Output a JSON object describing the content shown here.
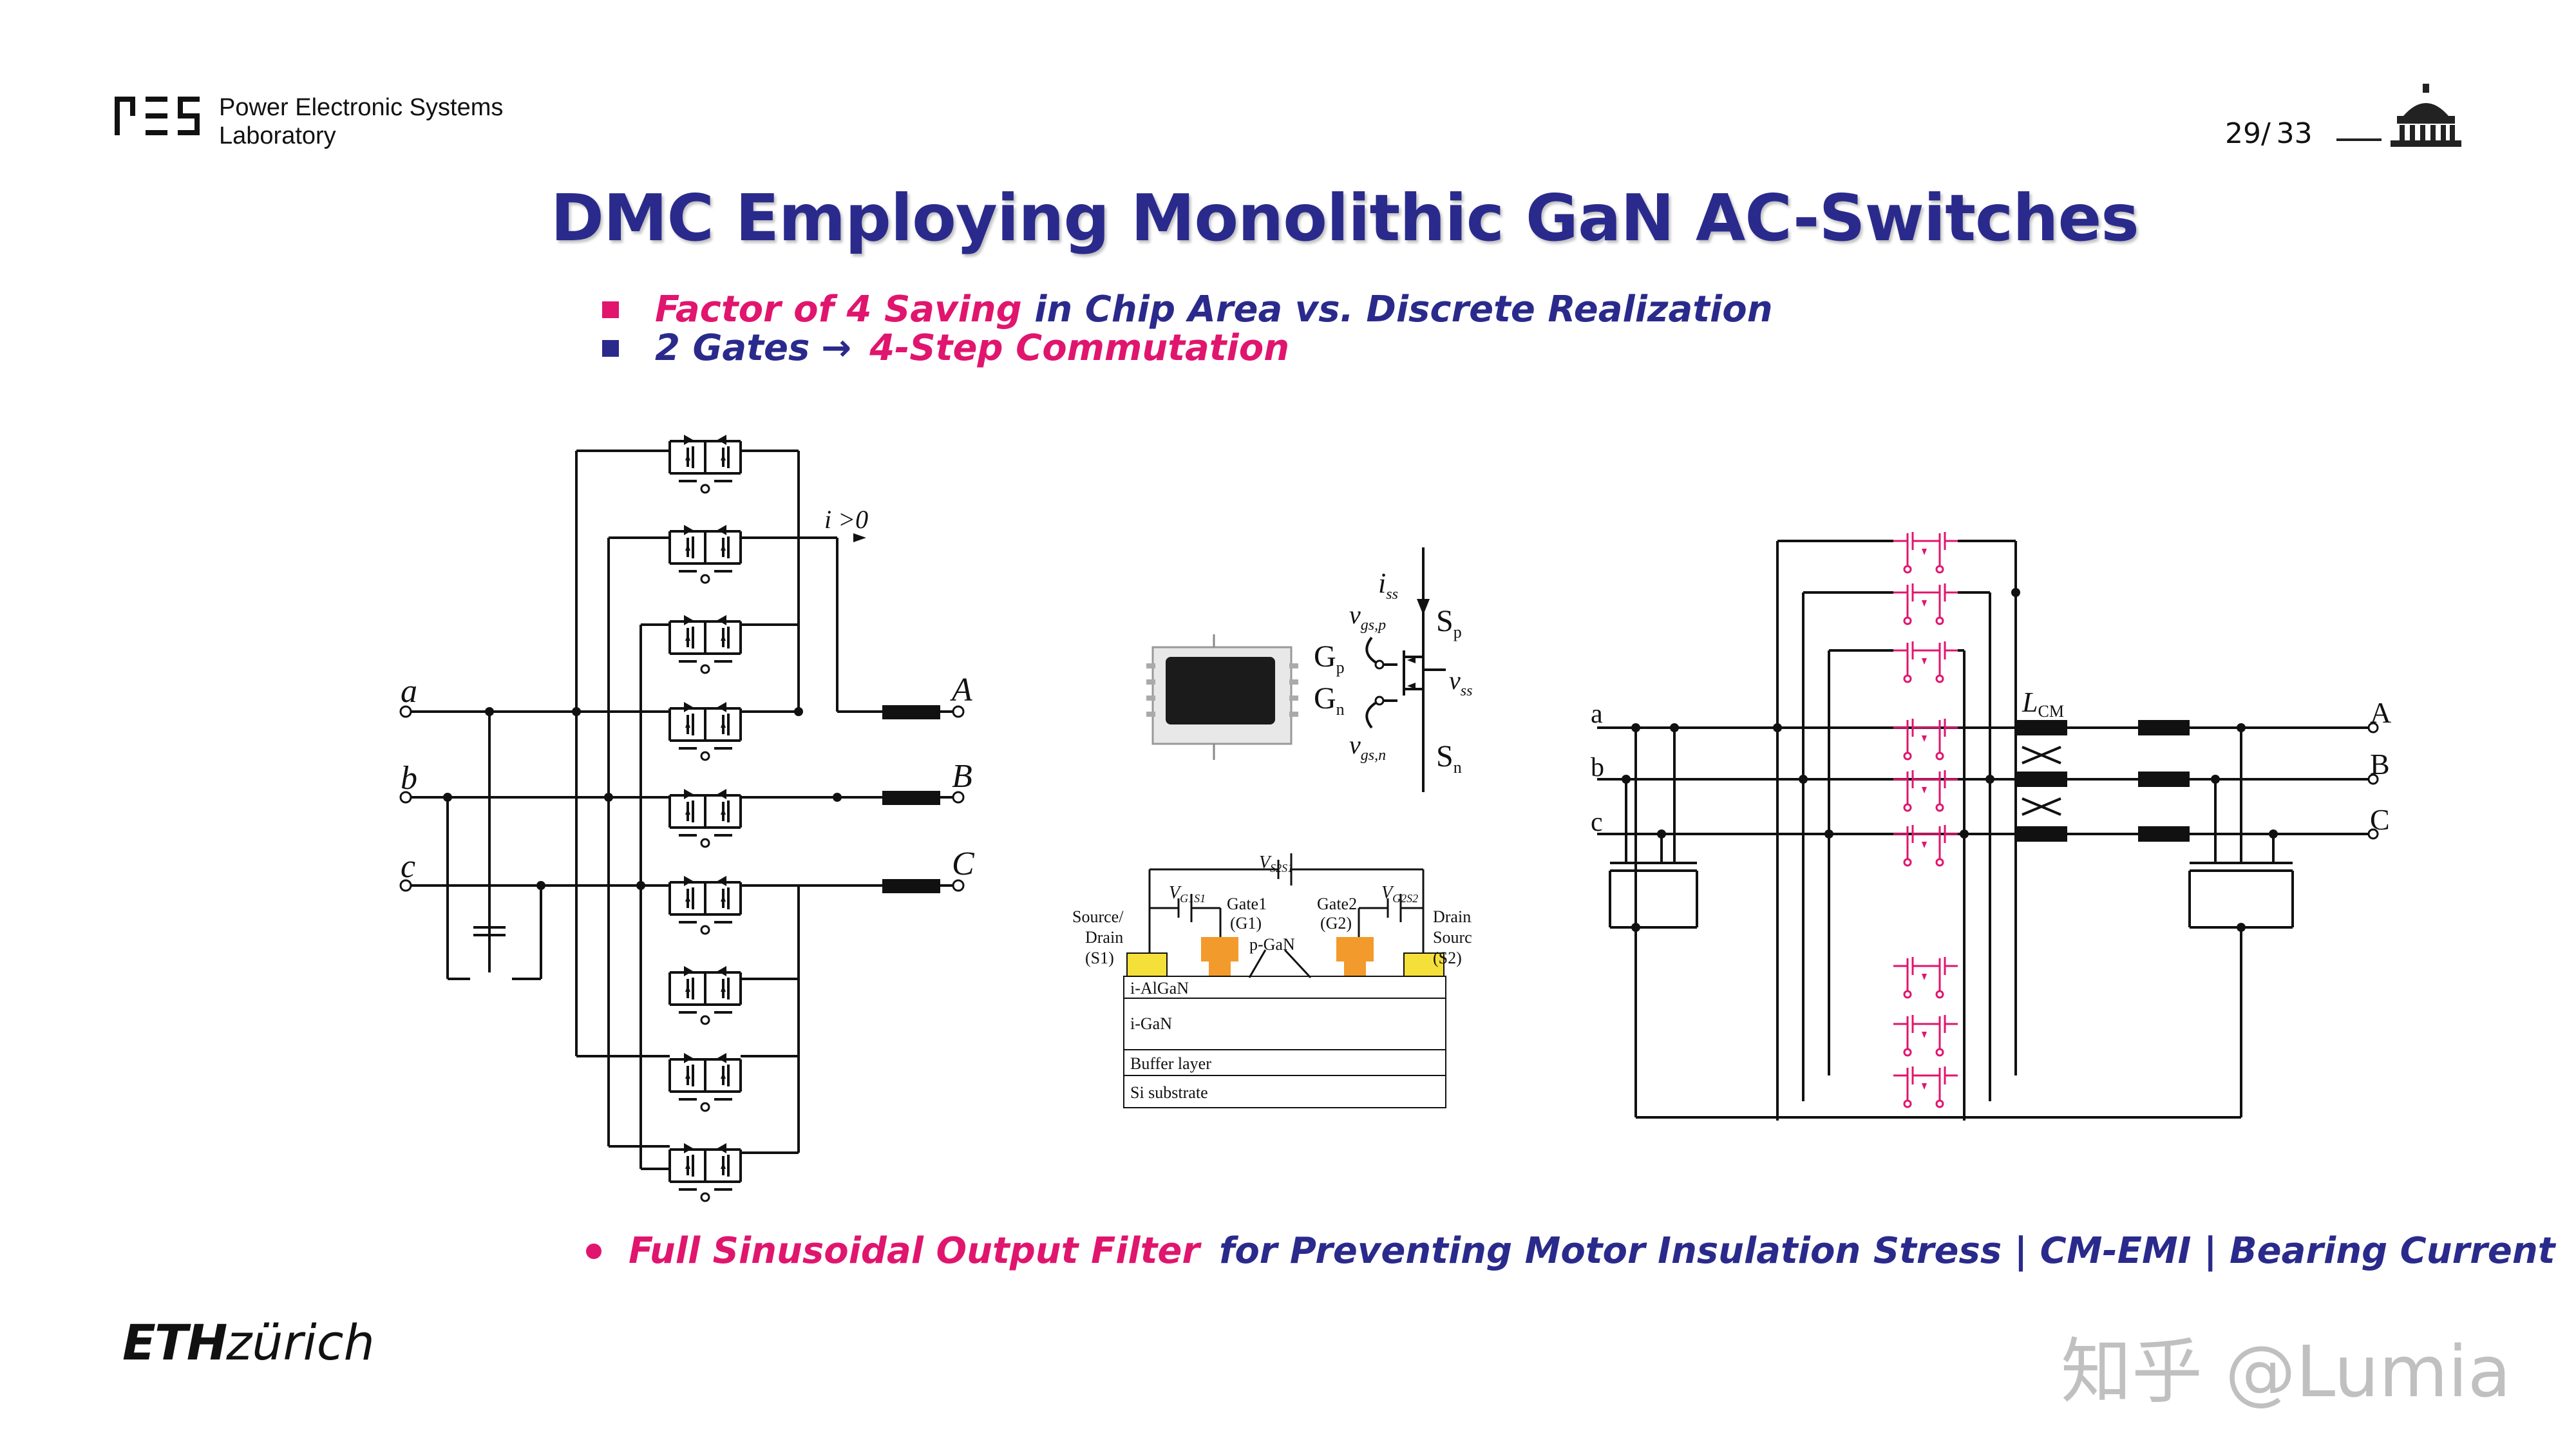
{
  "header": {
    "lab_name_line1": "Power Electronic Systems",
    "lab_name_line2": "Laboratory",
    "page_current": "29",
    "page_sep": "/",
    "page_total": "33"
  },
  "title": "DMC Employing Monolithic GaN AC-Switches",
  "bullets": {
    "b1_pink": "Factor of 4 Saving",
    "b1_navy": " in Chip Area vs. Discrete Realization",
    "b2_navy": "2 Gates",
    "b2_arrow": "→",
    "b2_pink": "4-Step Commutation",
    "b3_pink": "Full Sinusoidal Output Filter",
    "b3_navy": "for Preventing Motor Insulation Stress | CM-EMI | Bearing Current"
  },
  "left_circuit": {
    "inputs": [
      "a",
      "b",
      "c"
    ],
    "outputs": [
      "A",
      "B",
      "C"
    ],
    "current_label": "i >0"
  },
  "switch_symbol": {
    "current": "i",
    "current_sub": "ss",
    "vgsp": "v",
    "vgsp_sub": "gs,p",
    "vgsn": "v",
    "vgsn_sub": "gs,n",
    "vss": "v",
    "vss_sub": "ss",
    "sp": "S",
    "sp_sub": "p",
    "sn": "S",
    "sn_sub": "n",
    "gp": "G",
    "gp_sub": "p",
    "gn": "G",
    "gn_sub": "n"
  },
  "cross_section": {
    "vs2s1": "V",
    "vs2s1_sub": "S2S1",
    "vg1s1": "V",
    "vg1s1_sub": "G1S1",
    "vg2s2": "V",
    "vg2s2_sub": "G2S2",
    "gate1": "Gate1",
    "gate1_id": "(G1)",
    "gate2": "Gate2",
    "gate2_id": "(G2)",
    "pgan": "p-GaN",
    "src_drain_1": "Source/",
    "src_drain_2": "Drain",
    "src_drain_3": "(S1)",
    "drain_src_1": "Drain/",
    "drain_src_2": "Source",
    "drain_src_3": "(S2)",
    "layers": [
      "i-AlGaN",
      "i-GaN",
      "Buffer layer",
      "Si substrate"
    ]
  },
  "right_circuit": {
    "inputs": [
      "a",
      "b",
      "c"
    ],
    "outputs": [
      "A",
      "B",
      "C"
    ],
    "inductor_label": "L",
    "inductor_sub": "CM"
  },
  "footer": {
    "eth": "ETH",
    "zurich": "zürich",
    "watermark": "知乎 @Lumia"
  },
  "colors": {
    "title": "#2a2a8c",
    "accent_pink": "#e0156e",
    "gate_orange": "#f39a2c",
    "contact_yellow": "#f5e03a"
  }
}
